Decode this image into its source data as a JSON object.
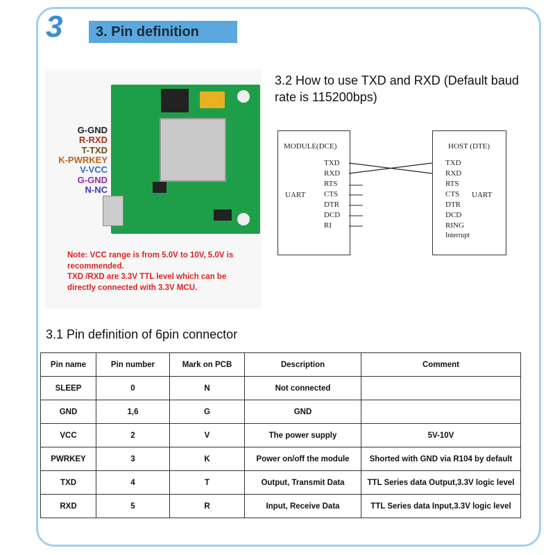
{
  "section_number": "3",
  "section_title": "3. Pin definition",
  "board": {
    "pins": [
      {
        "label": "G-GND",
        "color": "#222222"
      },
      {
        "label": "R-RXD",
        "color": "#b03020"
      },
      {
        "label": "T-TXD",
        "color": "#6a4a20"
      },
      {
        "label": "K-PWRKEY",
        "color": "#c06018"
      },
      {
        "label": "V-VCC",
        "color": "#2a70c8"
      },
      {
        "label": "G-GND",
        "color": "#9a2aa8"
      },
      {
        "label": "N-NC",
        "color": "#3a3ab8"
      }
    ],
    "note": [
      "Note: VCC range is from 5.0V to 10V, 5.0V is recommended.",
      "TXD /RXD are 3.3V TTL level which can be directly connected with 3.3V MCU."
    ]
  },
  "uart": {
    "title": "3.2 How to use TXD and RXD (Default baud rate is 115200bps)",
    "module_label": "MODULE(DCE)",
    "host_label": "HOST (DTE)",
    "uart_label": "UART",
    "module_pins": [
      "TXD",
      "RXD",
      "RTS",
      "CTS",
      "DTR",
      "DCD",
      "RI"
    ],
    "host_pins": [
      "TXD",
      "RXD",
      "RTS",
      "CTS",
      "DTR",
      "DCD",
      "RING",
      "Interrupt"
    ]
  },
  "table": {
    "title": "3.1 Pin definition of 6pin connector",
    "headers": [
      "Pin name",
      "Pin number",
      "Mark on PCB",
      "Description",
      "Comment"
    ],
    "rows": [
      [
        "SLEEP",
        "0",
        "N",
        "Not connected",
        ""
      ],
      [
        "GND",
        "1,6",
        "G",
        "GND",
        ""
      ],
      [
        "VCC",
        "2",
        "V",
        "The power supply",
        "5V-10V"
      ],
      [
        "PWRKEY",
        "3",
        "K",
        "Power on/off the module",
        "Shorted with GND via R104 by default"
      ],
      [
        "TXD",
        "4",
        "T",
        "Output, Transmit Data",
        "TTL Series data Output,3.3V logic level"
      ],
      [
        "RXD",
        "5",
        "R",
        "Input, Receive Data",
        "TTL Series data Input,3.3V logic level"
      ]
    ]
  }
}
